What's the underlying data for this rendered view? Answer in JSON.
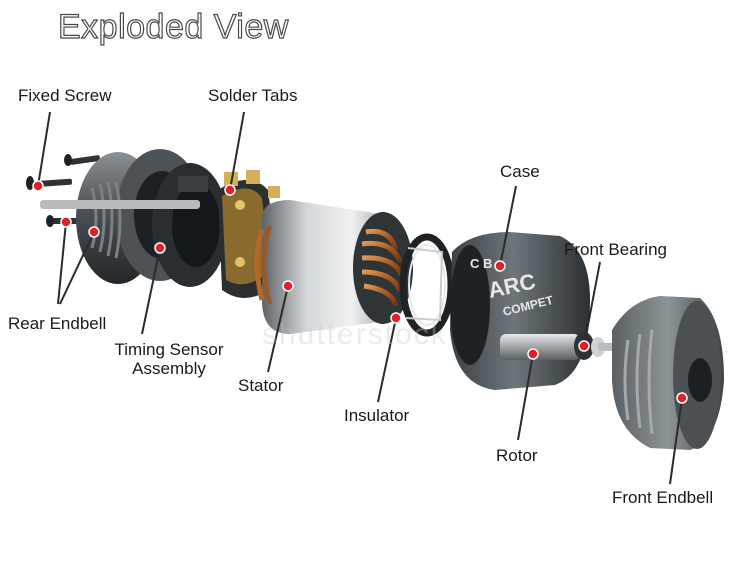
{
  "title": "Exploded View",
  "watermark": "shutterstock",
  "case_marking": {
    "line1": "ARC",
    "line2": "COMPET",
    "letters": "C B"
  },
  "colors": {
    "callout_line": "#2b2b2b",
    "dot": "#e0202a",
    "metal_dark": "#3d4246",
    "copper": "#b5672a",
    "silver": "#c9ccce"
  },
  "labels": {
    "fixed_screw": "Fixed Screw",
    "solder_tabs": "Solder Tabs",
    "case": "Case",
    "front_bearing": "Front Bearing",
    "rear_endbell": "Rear Endbell",
    "timing_sensor_line1": "Timing Sensor",
    "timing_sensor_line2": "Assembly",
    "stator": "Stator",
    "insulator": "Insulator",
    "rotor": "Rotor",
    "front_endbell": "Front Endbell"
  }
}
